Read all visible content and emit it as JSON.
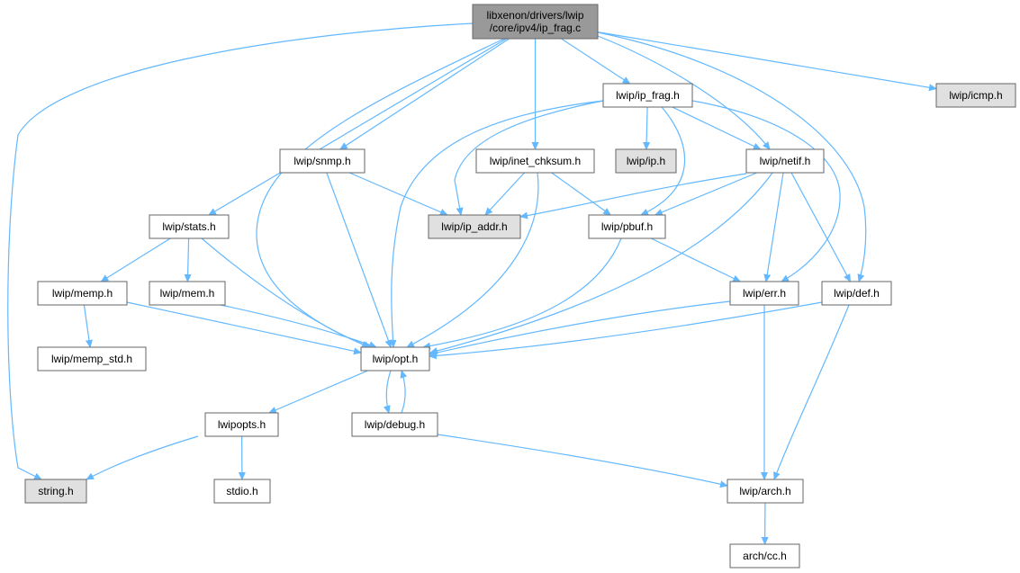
{
  "graph": {
    "colors": {
      "edge": "#63b8ff",
      "root_fill": "#999999",
      "external_fill": "#e0e0e0",
      "node_fill": "#ffffff",
      "node_border": "#666666"
    },
    "nodes": [
      {
        "id": "root",
        "lines": [
          "libxenon/drivers/lwip",
          "/core/ipv4/ip_frag.c"
        ],
        "style": "root"
      },
      {
        "id": "ip_frag_h",
        "lines": [
          "lwip/ip_frag.h"
        ],
        "style": "normal"
      },
      {
        "id": "icmp_h",
        "lines": [
          "lwip/icmp.h"
        ],
        "style": "external"
      },
      {
        "id": "snmp_h",
        "lines": [
          "lwip/snmp.h"
        ],
        "style": "normal"
      },
      {
        "id": "inet_chksum_h",
        "lines": [
          "lwip/inet_chksum.h"
        ],
        "style": "normal"
      },
      {
        "id": "ip_h",
        "lines": [
          "lwip/ip.h"
        ],
        "style": "external"
      },
      {
        "id": "netif_h",
        "lines": [
          "lwip/netif.h"
        ],
        "style": "normal"
      },
      {
        "id": "stats_h",
        "lines": [
          "lwip/stats.h"
        ],
        "style": "normal"
      },
      {
        "id": "ip_addr_h",
        "lines": [
          "lwip/ip_addr.h"
        ],
        "style": "external"
      },
      {
        "id": "pbuf_h",
        "lines": [
          "lwip/pbuf.h"
        ],
        "style": "normal"
      },
      {
        "id": "memp_h",
        "lines": [
          "lwip/memp.h"
        ],
        "style": "normal"
      },
      {
        "id": "mem_h",
        "lines": [
          "lwip/mem.h"
        ],
        "style": "normal"
      },
      {
        "id": "err_h",
        "lines": [
          "lwip/err.h"
        ],
        "style": "normal"
      },
      {
        "id": "def_h",
        "lines": [
          "lwip/def.h"
        ],
        "style": "normal"
      },
      {
        "id": "memp_std_h",
        "lines": [
          "lwip/memp_std.h"
        ],
        "style": "normal"
      },
      {
        "id": "opt_h",
        "lines": [
          "lwip/opt.h"
        ],
        "style": "normal"
      },
      {
        "id": "lwipopts_h",
        "lines": [
          "lwipopts.h"
        ],
        "style": "normal"
      },
      {
        "id": "debug_h",
        "lines": [
          "lwip/debug.h"
        ],
        "style": "normal"
      },
      {
        "id": "string_h",
        "lines": [
          "string.h"
        ],
        "style": "external"
      },
      {
        "id": "stdio_h",
        "lines": [
          "stdio.h"
        ],
        "style": "normal"
      },
      {
        "id": "arch_h",
        "lines": [
          "lwip/arch.h"
        ],
        "style": "normal"
      },
      {
        "id": "cc_h",
        "lines": [
          "arch/cc.h"
        ],
        "style": "normal"
      }
    ],
    "edges": [
      [
        "root",
        "ip_frag_h"
      ],
      [
        "root",
        "icmp_h"
      ],
      [
        "root",
        "snmp_h"
      ],
      [
        "root",
        "inet_chksum_h"
      ],
      [
        "root",
        "netif_h"
      ],
      [
        "root",
        "stats_h"
      ],
      [
        "root",
        "opt_h"
      ],
      [
        "root",
        "def_h"
      ],
      [
        "root",
        "string_h"
      ],
      [
        "ip_frag_h",
        "ip_h"
      ],
      [
        "ip_frag_h",
        "netif_h"
      ],
      [
        "ip_frag_h",
        "ip_addr_h"
      ],
      [
        "ip_frag_h",
        "pbuf_h"
      ],
      [
        "ip_frag_h",
        "err_h"
      ],
      [
        "ip_frag_h",
        "opt_h"
      ],
      [
        "snmp_h",
        "ip_addr_h"
      ],
      [
        "snmp_h",
        "opt_h"
      ],
      [
        "inet_chksum_h",
        "ip_addr_h"
      ],
      [
        "inet_chksum_h",
        "pbuf_h"
      ],
      [
        "inet_chksum_h",
        "opt_h"
      ],
      [
        "netif_h",
        "ip_addr_h"
      ],
      [
        "netif_h",
        "pbuf_h"
      ],
      [
        "netif_h",
        "err_h"
      ],
      [
        "netif_h",
        "def_h"
      ],
      [
        "netif_h",
        "opt_h"
      ],
      [
        "stats_h",
        "memp_h"
      ],
      [
        "stats_h",
        "mem_h"
      ],
      [
        "stats_h",
        "opt_h"
      ],
      [
        "pbuf_h",
        "err_h"
      ],
      [
        "pbuf_h",
        "opt_h"
      ],
      [
        "memp_h",
        "memp_std_h"
      ],
      [
        "memp_h",
        "opt_h"
      ],
      [
        "mem_h",
        "opt_h"
      ],
      [
        "err_h",
        "opt_h"
      ],
      [
        "err_h",
        "arch_h"
      ],
      [
        "def_h",
        "opt_h"
      ],
      [
        "def_h",
        "arch_h"
      ],
      [
        "opt_h",
        "lwipopts_h"
      ],
      [
        "opt_h",
        "debug_h"
      ],
      [
        "debug_h",
        "opt_h"
      ],
      [
        "debug_h",
        "arch_h"
      ],
      [
        "lwipopts_h",
        "string_h"
      ],
      [
        "lwipopts_h",
        "stdio_h"
      ],
      [
        "arch_h",
        "cc_h"
      ]
    ]
  }
}
